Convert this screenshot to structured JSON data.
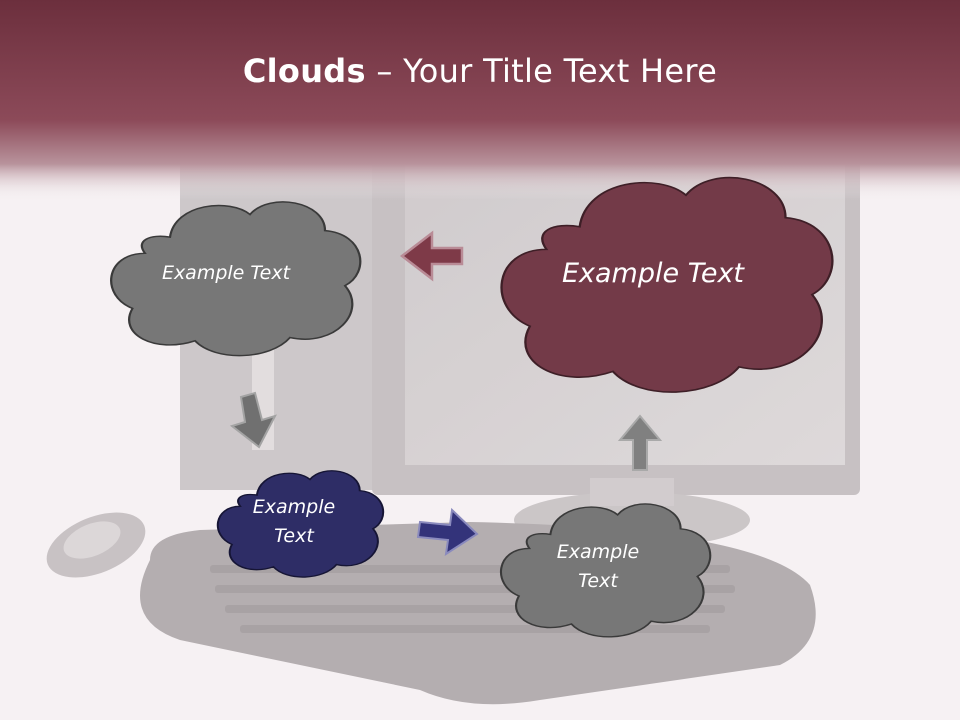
{
  "slide": {
    "title_bold": "Clouds",
    "title_dash": " – ",
    "title_rest": "Your Title Text Here"
  },
  "clouds": {
    "top_left": {
      "text": "Example Text"
    },
    "top_right": {
      "text": "Example Text"
    },
    "mid_left": {
      "line1": "Example",
      "line2": "Text"
    },
    "bottom_right": {
      "line1": "Example",
      "line2": "Text"
    }
  },
  "colors": {
    "header": "#8a4553",
    "cloud_maroon": "#733a48",
    "cloud_grey": "#777777",
    "cloud_navy": "#2e2d66",
    "arrow_pink": "#7e3a48",
    "arrow_grey": "#808080",
    "arrow_navy": "#33337a"
  },
  "icons": [
    "arrow-left-icon",
    "arrow-down-icon",
    "arrow-right-icon",
    "arrow-up-icon"
  ]
}
